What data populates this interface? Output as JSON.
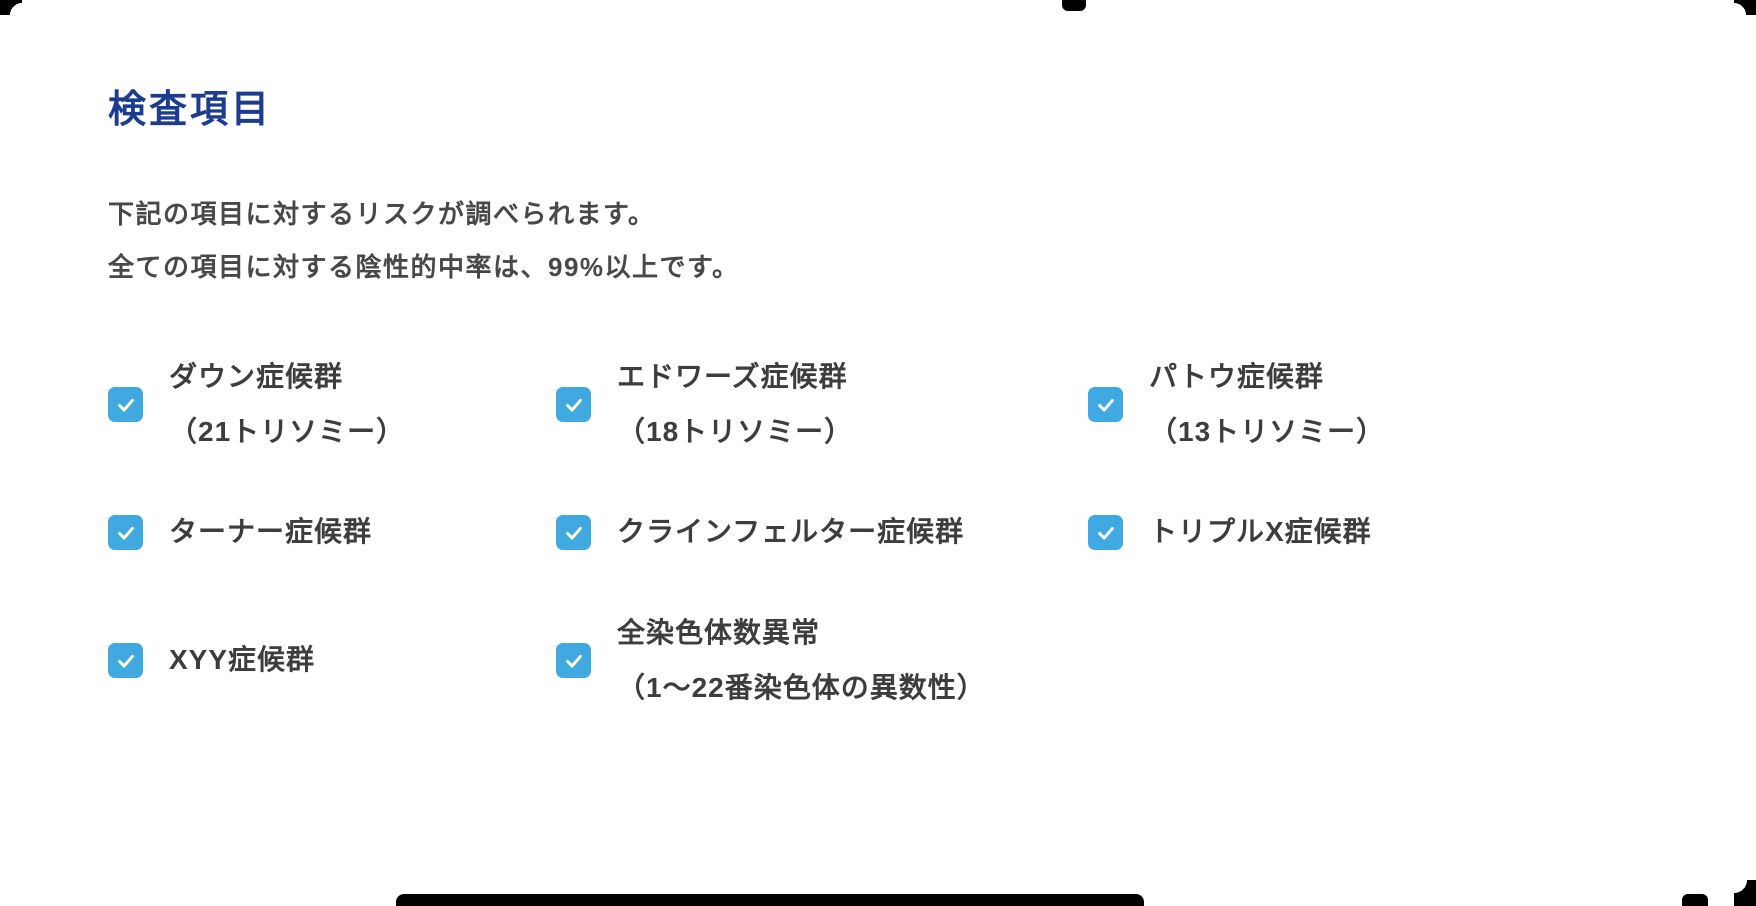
{
  "section": {
    "title": "検査項目",
    "description_lines": [
      "下記の項目に対するリスクが調べられます。",
      "全ての項目に対する陰性的中率は、99%以上です。"
    ],
    "items": [
      {
        "label": "ダウン症候群",
        "sub": "（21トリソミー）",
        "checked": true
      },
      {
        "label": "エドワーズ症候群",
        "sub": "（18トリソミー）",
        "checked": true
      },
      {
        "label": "パトウ症候群",
        "sub": "（13トリソミー）",
        "checked": true
      },
      {
        "label": "ターナー症候群",
        "sub": "",
        "checked": true
      },
      {
        "label": "クラインフェルター症候群",
        "sub": "",
        "checked": true
      },
      {
        "label": "トリプルX症候群",
        "sub": "",
        "checked": true
      },
      {
        "label": "XYY症候群",
        "sub": "",
        "checked": true
      },
      {
        "label": "全染色体数異常",
        "sub": "（1〜22番染色体の異数性）",
        "checked": true
      }
    ]
  },
  "colors": {
    "title": "#1c3d8f",
    "text": "#484848",
    "item-text": "#3d3d3d",
    "checkbox": "#41a9e1",
    "checkmark": "#ffffff"
  }
}
